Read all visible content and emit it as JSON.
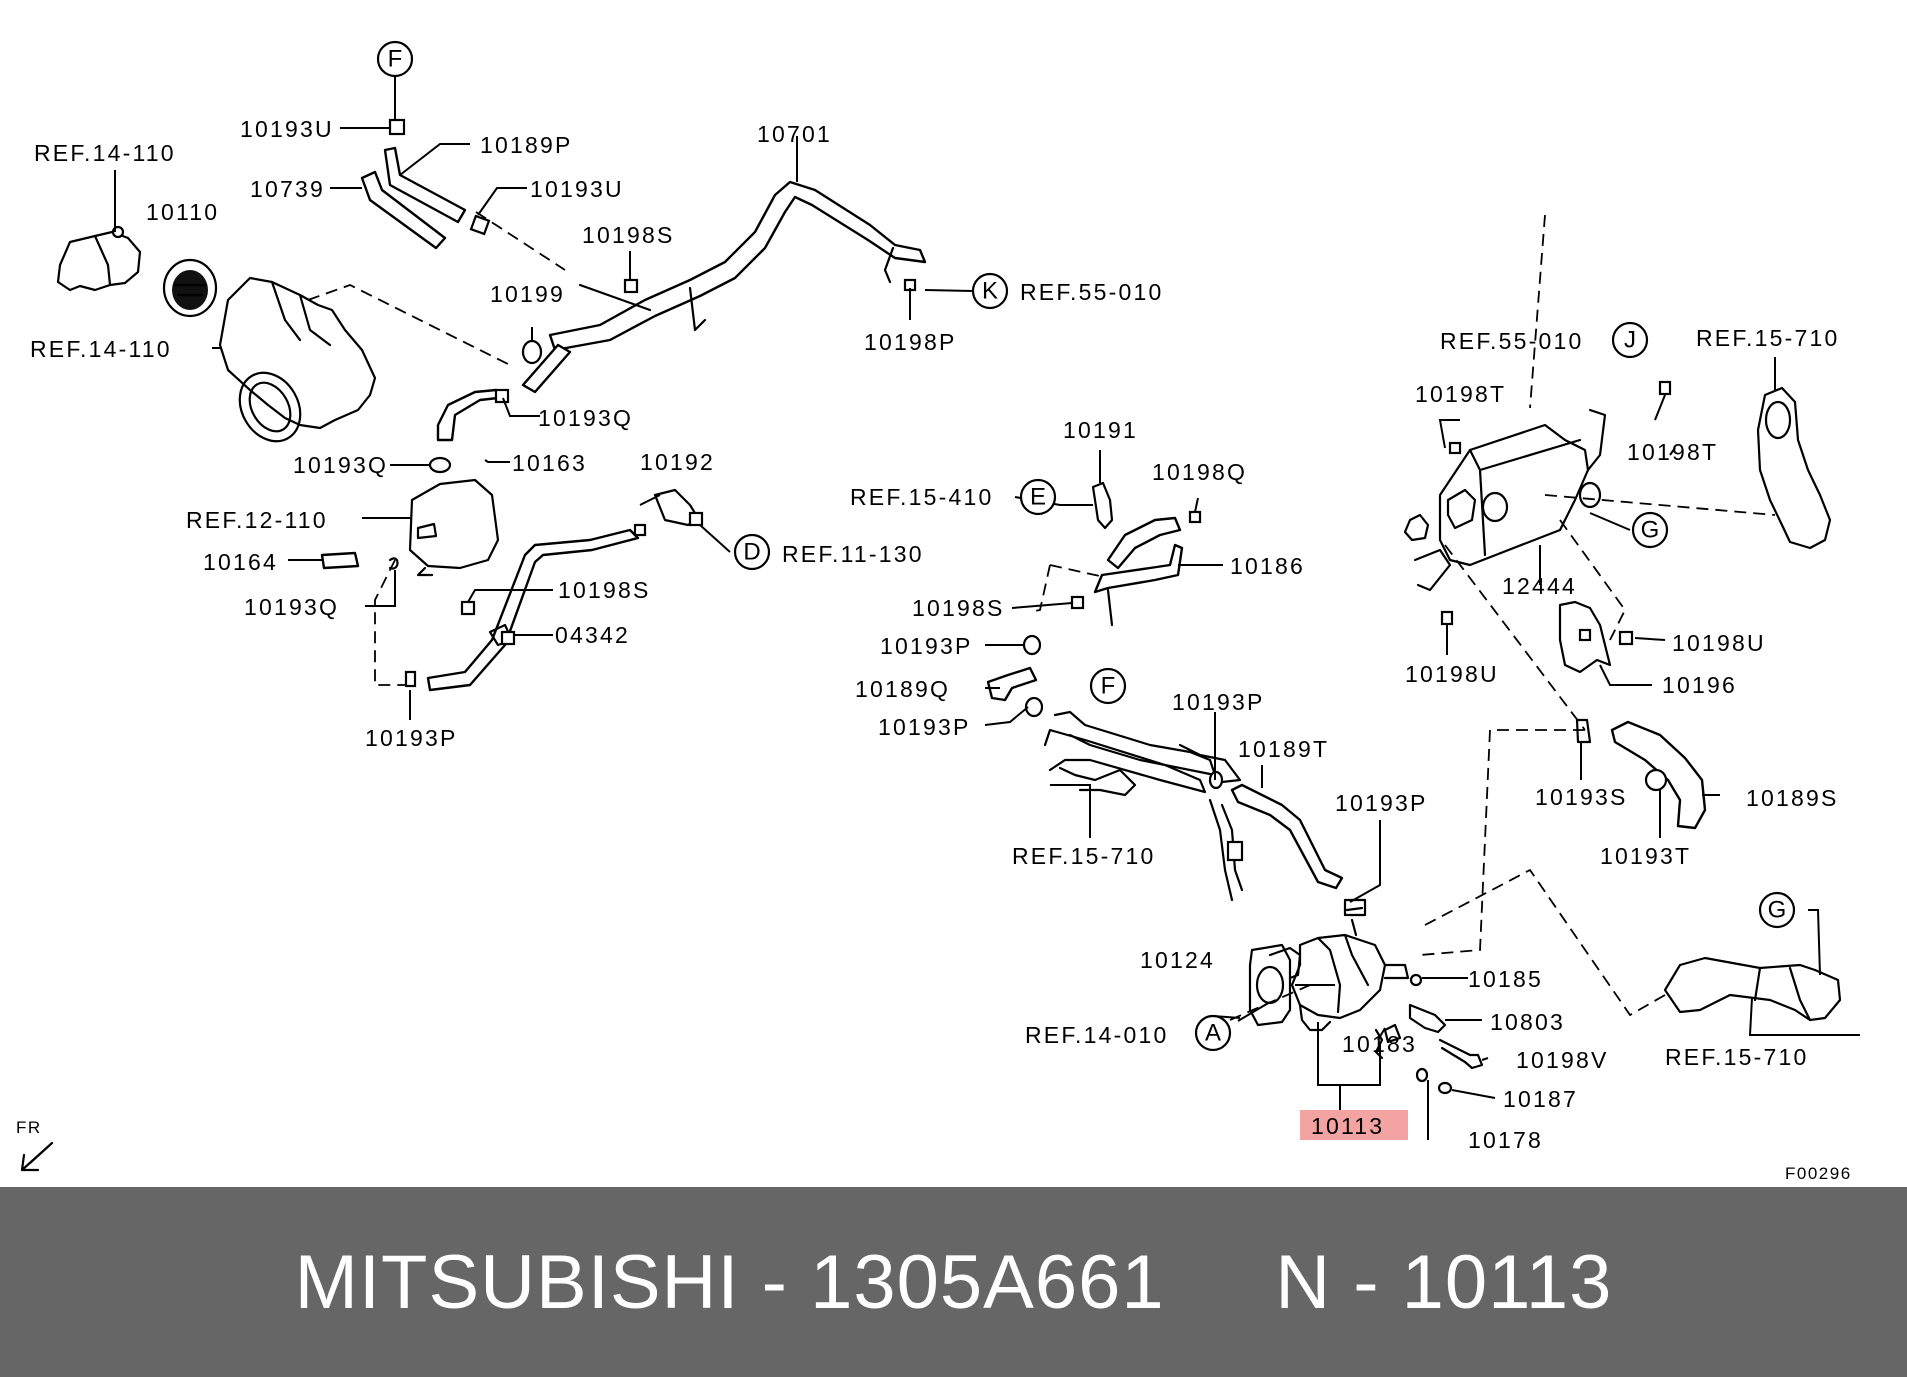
{
  "diagram": {
    "figure_code": "F00296",
    "direction": "FR",
    "highlight_color": "#f4a3a3",
    "labels": {
      "l_10193U_a": "10193U",
      "l_10189P": "10189P",
      "l_10739": "10739",
      "l_10193U_b": "10193U",
      "l_10701": "10701",
      "l_ref14110_a": "REF.14-110",
      "l_10110": "10110",
      "l_10198S_a": "10198S",
      "l_10199": "10199",
      "l_ref55010_k": "REF.55-010",
      "l_10198P": "10198P",
      "l_ref14110_b": "REF.14-110",
      "l_10193Q_a": "10193Q",
      "l_10193Q_b": "10193Q",
      "l_10163": "10163",
      "l_10192": "10192",
      "l_ref12110": "REF.12-110",
      "l_10164": "10164",
      "l_10193Q_c": "10193Q",
      "l_ref11130": "REF.11-130",
      "l_10198S_b": "10198S",
      "l_04342": "04342",
      "l_10193P_a": "10193P",
      "l_10191": "10191",
      "l_ref15410": "REF.15-410",
      "l_10198Q": "10198Q",
      "l_10186": "10186",
      "l_10198S_c": "10198S",
      "l_10193P_b": "10193P",
      "l_10189Q": "10189Q",
      "l_10193P_c": "10193P",
      "l_10193P_d": "10193P",
      "l_10189T": "10189T",
      "l_10193P_e": "10193P",
      "l_ref15710_a": "REF.15-710",
      "l_ref55010_j": "REF.55-010",
      "l_ref15710_b": "REF.15-710",
      "l_10198T_a": "10198T",
      "l_10198T_b": "10198T",
      "l_12444": "12444",
      "l_10198U_a": "10198U",
      "l_10198U_b": "10198U",
      "l_10196": "10196",
      "l_10193S": "10193S",
      "l_10189S": "10189S",
      "l_10193T": "10193T",
      "l_10124": "10124",
      "l_10185": "10185",
      "l_10803": "10803",
      "l_ref14010": "REF.14-010",
      "l_10183": "10183",
      "l_10198V": "10198V",
      "l_10187": "10187",
      "l_10113": "10113",
      "l_10178": "10178",
      "l_ref15710_c": "REF.15-710"
    },
    "connectors": {
      "c_F_top": "F",
      "c_K": "K",
      "c_D": "D",
      "c_E": "E",
      "c_F_mid": "F",
      "c_J": "J",
      "c_G_top": "G",
      "c_G_bot": "G",
      "c_A": "A"
    }
  },
  "footer": {
    "title": "MITSUBISHI - 1305A661     N - 10113"
  }
}
